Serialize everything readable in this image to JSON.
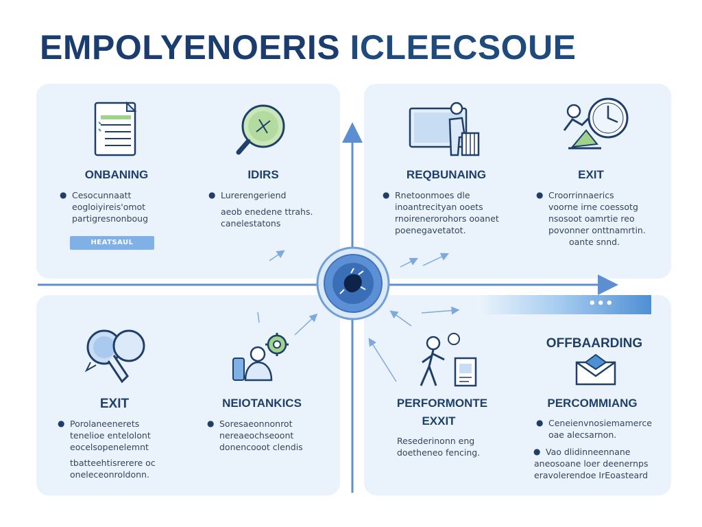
{
  "title": {
    "part1": "EMPOLYENOERIS",
    "part2": " ICLEECSOUE"
  },
  "stages": {
    "onboarding": {
      "heading": "ONBANING",
      "bullet": [
        "Cesocunnaatt",
        "eogloiyireis'omot",
        "partigresnonboug"
      ],
      "button": "HEATSAUL"
    },
    "idirs": {
      "heading": "IDIRS",
      "bullet": [
        "Lurerengeriend",
        "aeob enedene ttrahs.",
        "canelestatons"
      ]
    },
    "reqbunaing": {
      "heading": "REQBUNAING",
      "bullet": [
        "Rnetoonmoes dle",
        "inoantrecityan ooets",
        "rnoirenerorohors ooanet",
        "poenegavetatot."
      ]
    },
    "exit_top": {
      "heading": "EXIT",
      "bullet": [
        "Croorrinnaerics",
        "voorne irne coessotg",
        "nsosoot oamrtie reo",
        "povonner onttnamrtin.",
        "oante snnd."
      ]
    },
    "exit_bottom": {
      "heading": "EXIT",
      "bullet": [
        "Porolaneenerets",
        "tenelioe entelolont",
        "eocelsopenelemnt",
        "tbatteehtisrerere oc",
        "oneleceonroldonn."
      ]
    },
    "neiotankics": {
      "heading": "NEIOTANKICS",
      "bullet": [
        "Soresaeonnonrot",
        "nereaeochseoont",
        "donencooot clendis"
      ]
    },
    "performonte": {
      "heading": "PERFORMONTE",
      "subheading": "EXXIT",
      "text": [
        "Resederinonn eng",
        "doetheneo fencing."
      ]
    },
    "offbaarding": {
      "heading": "OFFBAARDING",
      "subheading": "PERCOMMIANG",
      "bullet": [
        "Ceneienvnosiemamerce",
        "oae alecsarnon."
      ],
      "bullet2": [
        "Vao dlidinneennane",
        "aneosoane loer deenernps",
        "eravolerendoe IrEoasteard"
      ]
    }
  },
  "progress": {
    "dots": "•••"
  },
  "colors": {
    "title": "#1a3c6e",
    "panel": "#eaf3fb",
    "accent": "#5b8fd1",
    "heading": "#1f3f6b",
    "green": "#9fd28a"
  },
  "icons": {
    "onboarding": "document-checklist-icon",
    "idirs": "magnifying-glass-icon",
    "reqbunaing": "presenter-board-icon",
    "exit_top": "clock-person-icon",
    "exit_bottom": "chat-bubbles-icon",
    "neiotankics": "person-gear-icon",
    "performonte": "walking-person-icon",
    "offbaarding": "envelope-icon",
    "hub": "center-hub-icon"
  }
}
